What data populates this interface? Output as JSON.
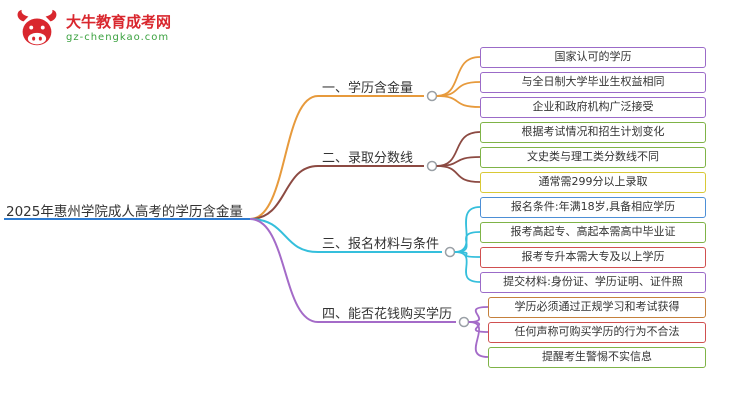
{
  "logo": {
    "title": "大牛教育成考网",
    "subtitle": "gz-chengkao.com",
    "title_color": "#d9272e",
    "subtitle_color": "#3aa13f"
  },
  "root": {
    "label": "2025年惠州学院成人高考的学历含金量",
    "underline_color": "#2e7bd0"
  },
  "branches": [
    {
      "label": "一、学历含金量",
      "color": "#e79a3c",
      "children": [
        {
          "label": "国家认可的学历",
          "border_color": "#9b6bc8"
        },
        {
          "label": "与全日制大学毕业生权益相同",
          "border_color": "#9b6bc8"
        },
        {
          "label": "企业和政府机构广泛接受",
          "border_color": "#9b6bc8"
        }
      ]
    },
    {
      "label": "二、录取分数线",
      "color": "#8c4a42",
      "children": [
        {
          "label": "根据考试情况和招生计划变化",
          "border_color": "#7fb347"
        },
        {
          "label": "文史类与理工类分数线不同",
          "border_color": "#7fb347"
        },
        {
          "label": "通常需299分以上录取",
          "border_color": "#d9c936"
        }
      ]
    },
    {
      "label": "三、报名材料与条件",
      "color": "#35bfdc",
      "children": [
        {
          "label": "报名条件:年满18岁,具备相应学历",
          "border_color": "#4d8fd6"
        },
        {
          "label": "报考高起专、高起本需高中毕业证",
          "border_color": "#7fb347"
        },
        {
          "label": "报考专升本需大专及以上学历",
          "border_color": "#d05050"
        },
        {
          "label": "提交材料:身份证、学历证明、证件照",
          "border_color": "#9b6bc8"
        }
      ]
    },
    {
      "label": "四、能否花钱购买学历",
      "color": "#a46bc8",
      "children": [
        {
          "label": "学历必须通过正规学习和考试获得",
          "border_color": "#c5803c"
        },
        {
          "label": "任何声称可购买学历的行为不合法",
          "border_color": "#d05050"
        },
        {
          "label": "提醒考生警惕不实信息",
          "border_color": "#7fb347"
        }
      ]
    }
  ]
}
